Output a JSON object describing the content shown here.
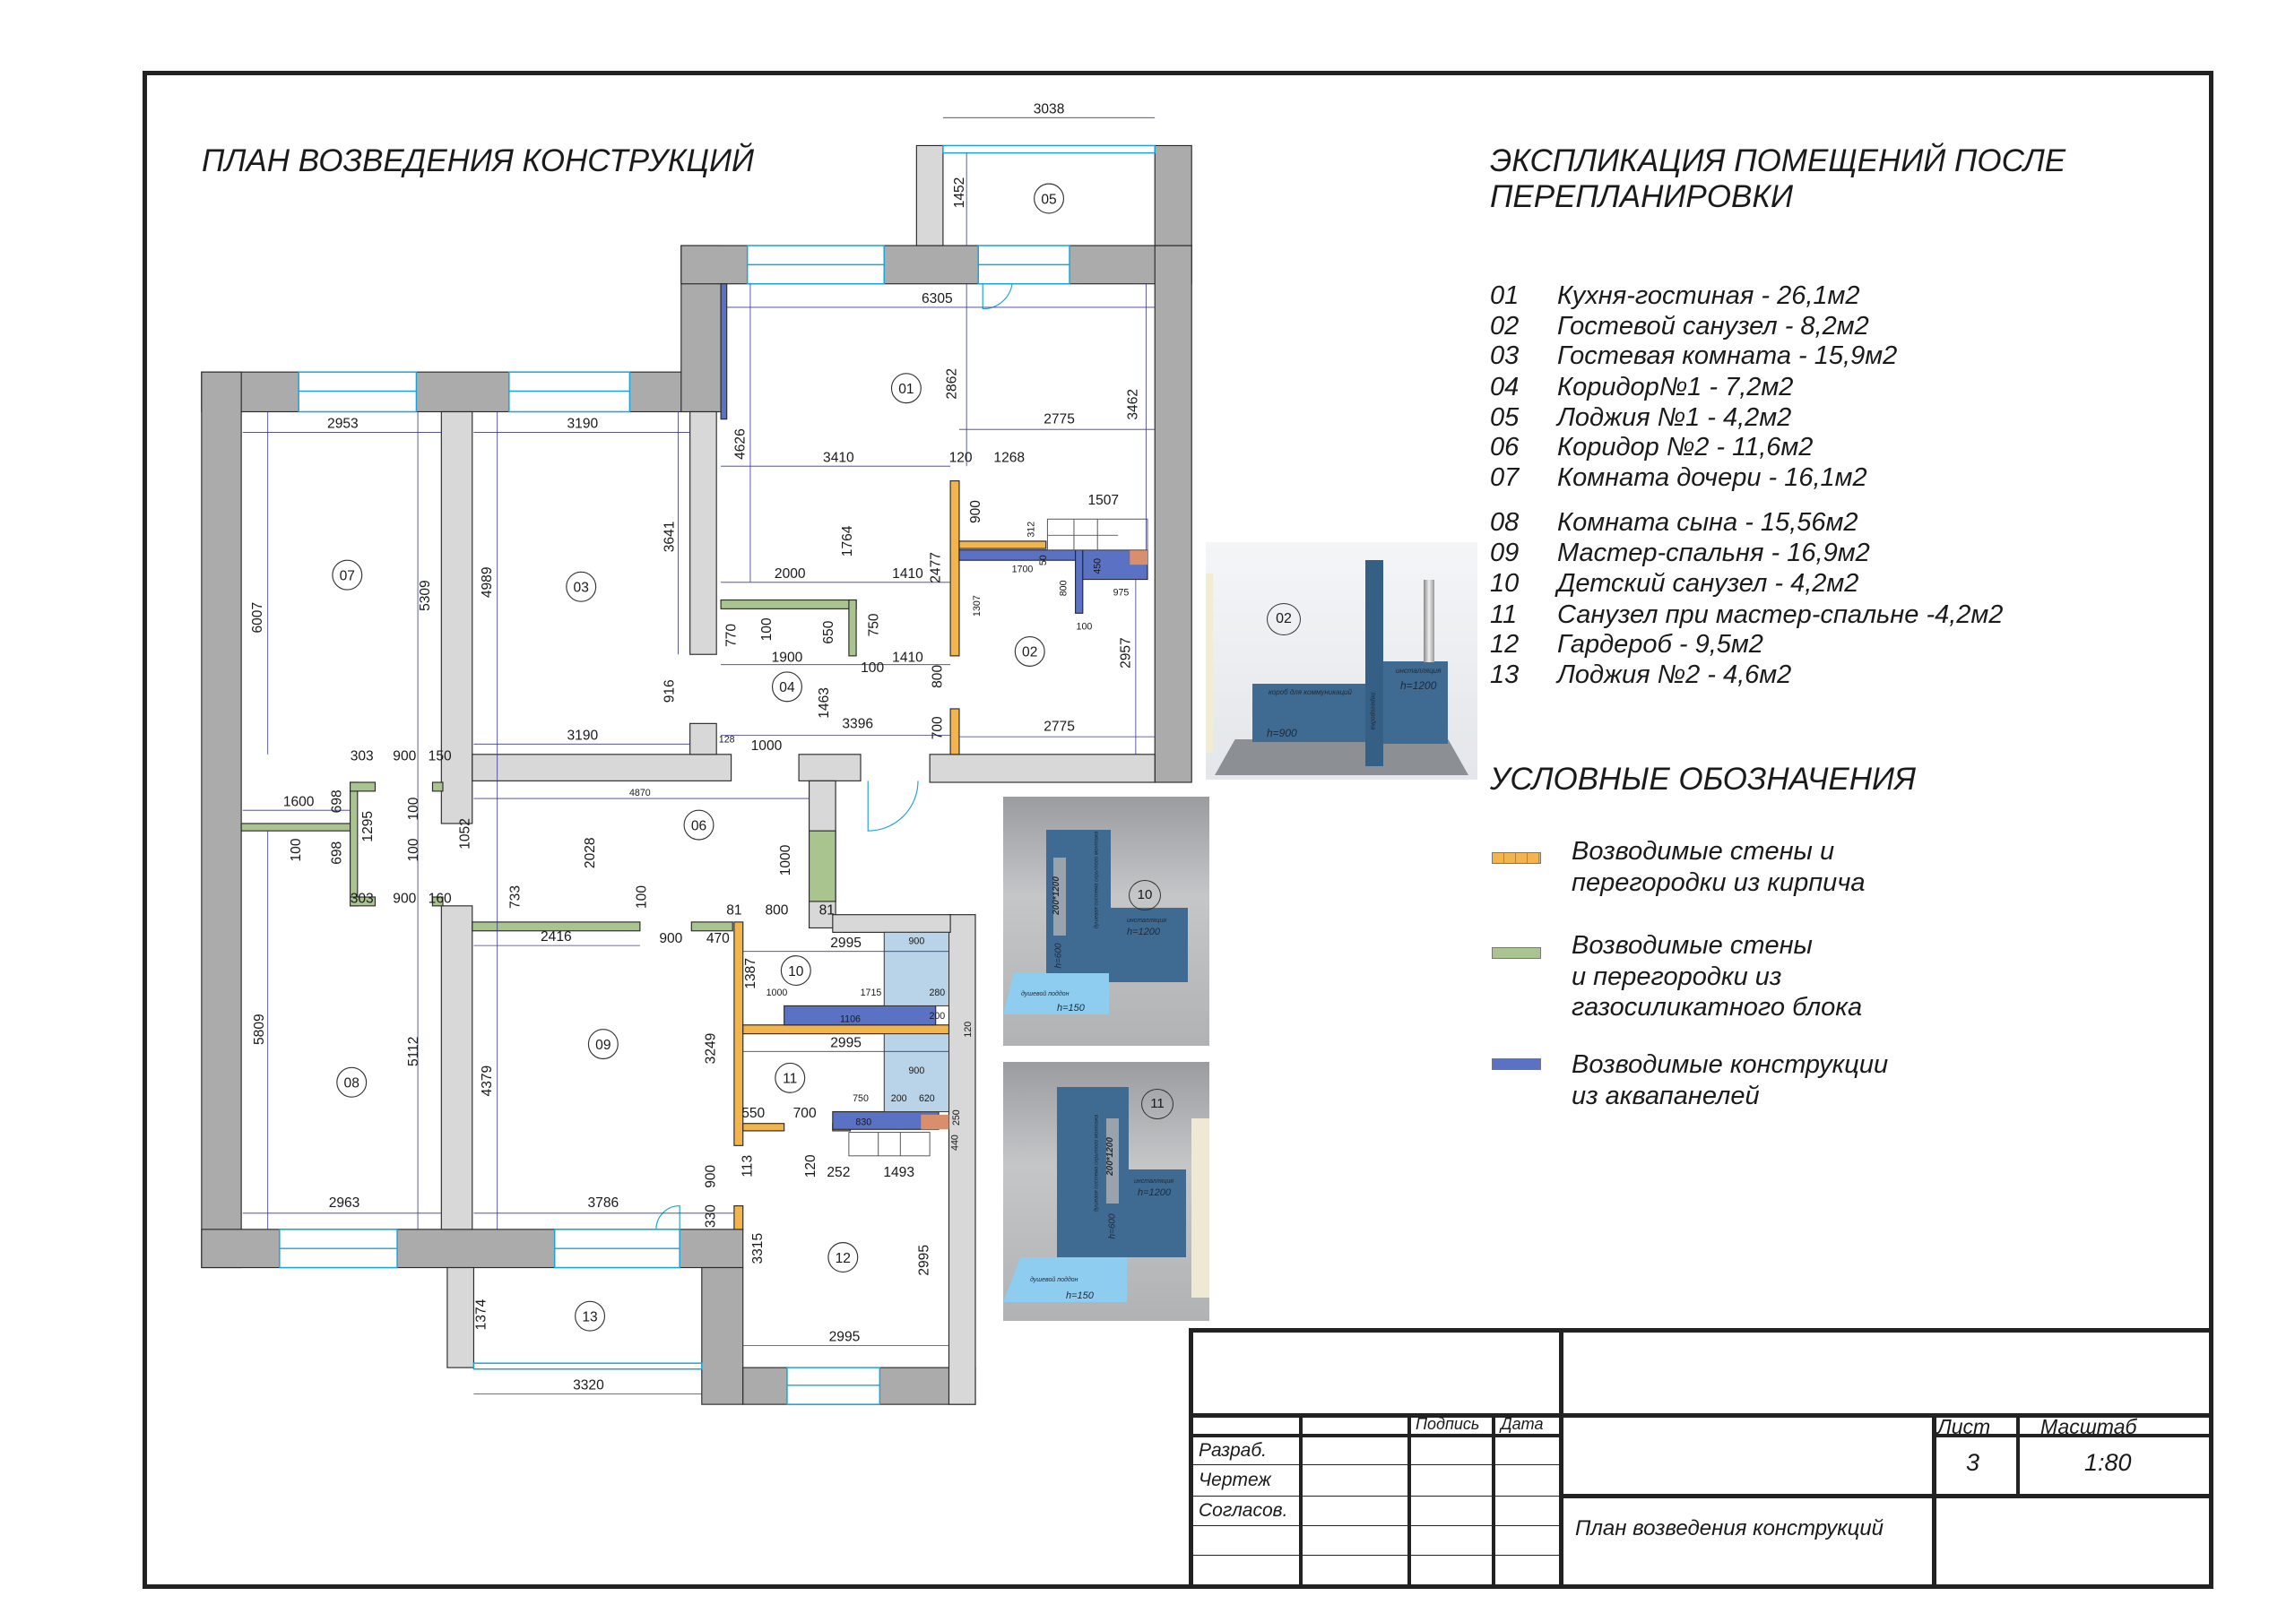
{
  "plan": {
    "title": "ПЛАН ВОЗВЕДЕНИЯ КОНСТРУКЦИЙ",
    "rooms": [
      "05",
      "01",
      "07",
      "03",
      "04",
      "02",
      "06",
      "10",
      "09",
      "11",
      "08",
      "12",
      "13"
    ],
    "dims": [
      "3038",
      "6305",
      "2953",
      "3190",
      "2775",
      "3410",
      "120",
      "1268",
      "1507",
      "2000",
      "1410",
      "1700",
      "975",
      "1900",
      "1410",
      "100",
      "3396",
      "2775",
      "3190",
      "1000",
      "303",
      "900",
      "150",
      "4870",
      "1600",
      "303",
      "900",
      "160",
      "2416",
      "900",
      "470",
      "81",
      "800",
      "81",
      "2995",
      "900",
      "1000",
      "1715",
      "280",
      "1106",
      "200",
      "2995",
      "900",
      "750",
      "200",
      "620",
      "550",
      "700",
      "830",
      "252",
      "1493",
      "2963",
      "3786",
      "2995",
      "3320",
      "100",
      "1452",
      "2862",
      "3462",
      "4626",
      "6007",
      "5309",
      "4989",
      "3641",
      "1764",
      "900",
      "312",
      "450",
      "800",
      "1307",
      "2477",
      "770",
      "100",
      "650",
      "750",
      "916",
      "1463",
      "800",
      "700",
      "2957",
      "698",
      "1295",
      "100",
      "100",
      "698",
      "100",
      "1052",
      "2028",
      "733",
      "100",
      "1000",
      "1387",
      "3249",
      "120",
      "250",
      "440",
      "113",
      "120",
      "900",
      "330",
      "5809",
      "5112",
      "4379",
      "1374",
      "3315",
      "2995",
      "50",
      "128"
    ]
  },
  "explication": {
    "title_line1": "ЭКСПЛИКАЦИЯ ПОМЕЩЕНИЙ ПОСЛЕ",
    "title_line2": "ПЕРЕПЛАНИРОВКИ",
    "items": [
      {
        "num": "01",
        "name": "Кухня-гостиная - 26,1м2"
      },
      {
        "num": "02",
        "name": "Гостевой санузел - 8,2м2"
      },
      {
        "num": "03",
        "name": "Гостевая комната - 15,9м2"
      },
      {
        "num": "04",
        "name": "Коридор№1 - 7,2м2"
      },
      {
        "num": "05",
        "name": "Лоджия №1 - 4,2м2"
      },
      {
        "num": "06",
        "name": "Коридор №2 - 11,6м2"
      },
      {
        "num": "07",
        "name": "Комната дочери - 16,1м2"
      },
      {
        "num": "08",
        "name": "Комната сына - 15,56м2"
      },
      {
        "num": "09",
        "name": "Мастер-спальня - 16,9м2"
      },
      {
        "num": "10",
        "name": "Детский санузел - 4,2м2"
      },
      {
        "num": "11",
        "name": "Санузел при мастер-спальне -4,2м2"
      },
      {
        "num": "12",
        "name": "Гардероб - 9,5м2"
      },
      {
        "num": "13",
        "name": "Лоджия №2 - 4,6м2"
      }
    ]
  },
  "legend": {
    "title": "УСЛОВНЫЕ ОБОЗНАЧЕНИЯ",
    "items": [
      {
        "lines": [
          "Возводимые стены и",
          "перегородки из кирпича"
        ],
        "color": "#f2b44c"
      },
      {
        "lines": [
          "Возводимые стены",
          "и перегородки из",
          "газосиликатного блока"
        ],
        "color": "#a9c48f"
      },
      {
        "lines": [
          "Возводимые конструкции",
          "из аквапанелей"
        ],
        "color": "#5b72c4"
      }
    ]
  },
  "renders": {
    "r02": {
      "room": "02",
      "box": "короб для коммуникаций",
      "h_box": "h=900",
      "install": "инсталляция",
      "h_install": "h=1200",
      "partition": "перегородка"
    },
    "r10": {
      "room": "10",
      "niche": "200*1200",
      "shower": "душевая система скрытого монтажа",
      "install": "инсталляция",
      "h_install": "h=1200",
      "h_niche": "h=600",
      "tray": "душевой поддон",
      "h_tray": "h=150"
    },
    "r11": {
      "room": "11",
      "niche": "200*1200",
      "shower": "душевая система скрытого монтажа",
      "install": "инсталляция",
      "h_install": "h=1200",
      "h_niche": "h=600",
      "tray": "душевой поддон",
      "h_tray": "h=150"
    }
  },
  "title_block": {
    "col_sign": "Подпись",
    "col_date": "Дата",
    "developed": "Разраб.",
    "drawing": "Чертеж",
    "approved": "Согласов.",
    "sheet_label": "Лист",
    "scale_label": "Масштаб",
    "sheet": "3",
    "scale": "1:80",
    "drawing_name": "План возведения конструкций"
  },
  "colors": {
    "brick": "#f2b44c",
    "gas_block": "#a9c48f",
    "aquapanel": "#5b72c4",
    "ext_wall": "#ababab",
    "int_wall": "#d8d8d8",
    "window": "#1aa3d9"
  }
}
